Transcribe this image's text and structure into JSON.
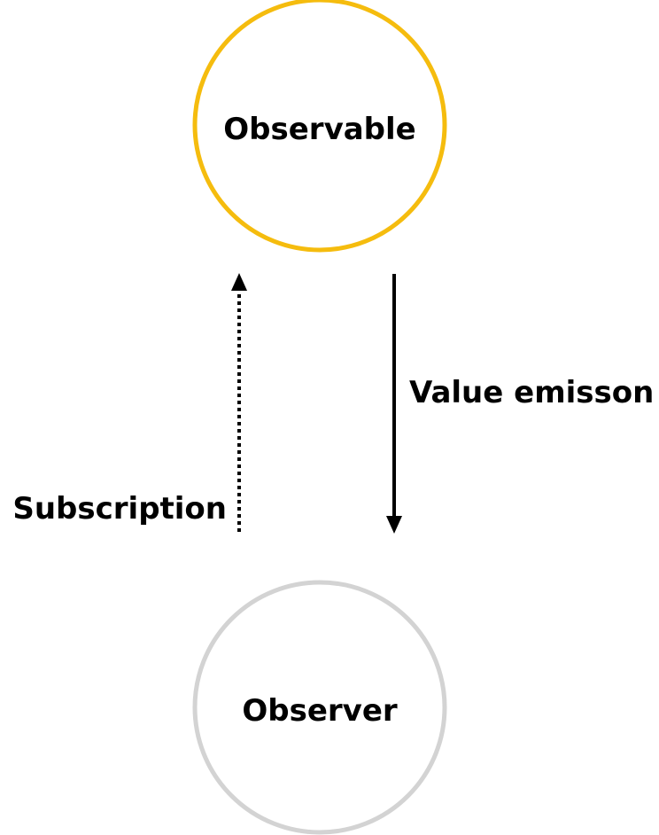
{
  "nodes": {
    "observable": {
      "label": "Observable",
      "stroke_color": "#F5BC0E"
    },
    "observer": {
      "label": "Observer",
      "stroke_color": "#D3D3D3"
    }
  },
  "edges": {
    "subscription": {
      "label": "Subscription",
      "style": "dotted",
      "direction": "observer-to-observable"
    },
    "value_emission": {
      "label": "Value emisson",
      "style": "solid",
      "direction": "observable-to-observer"
    }
  }
}
